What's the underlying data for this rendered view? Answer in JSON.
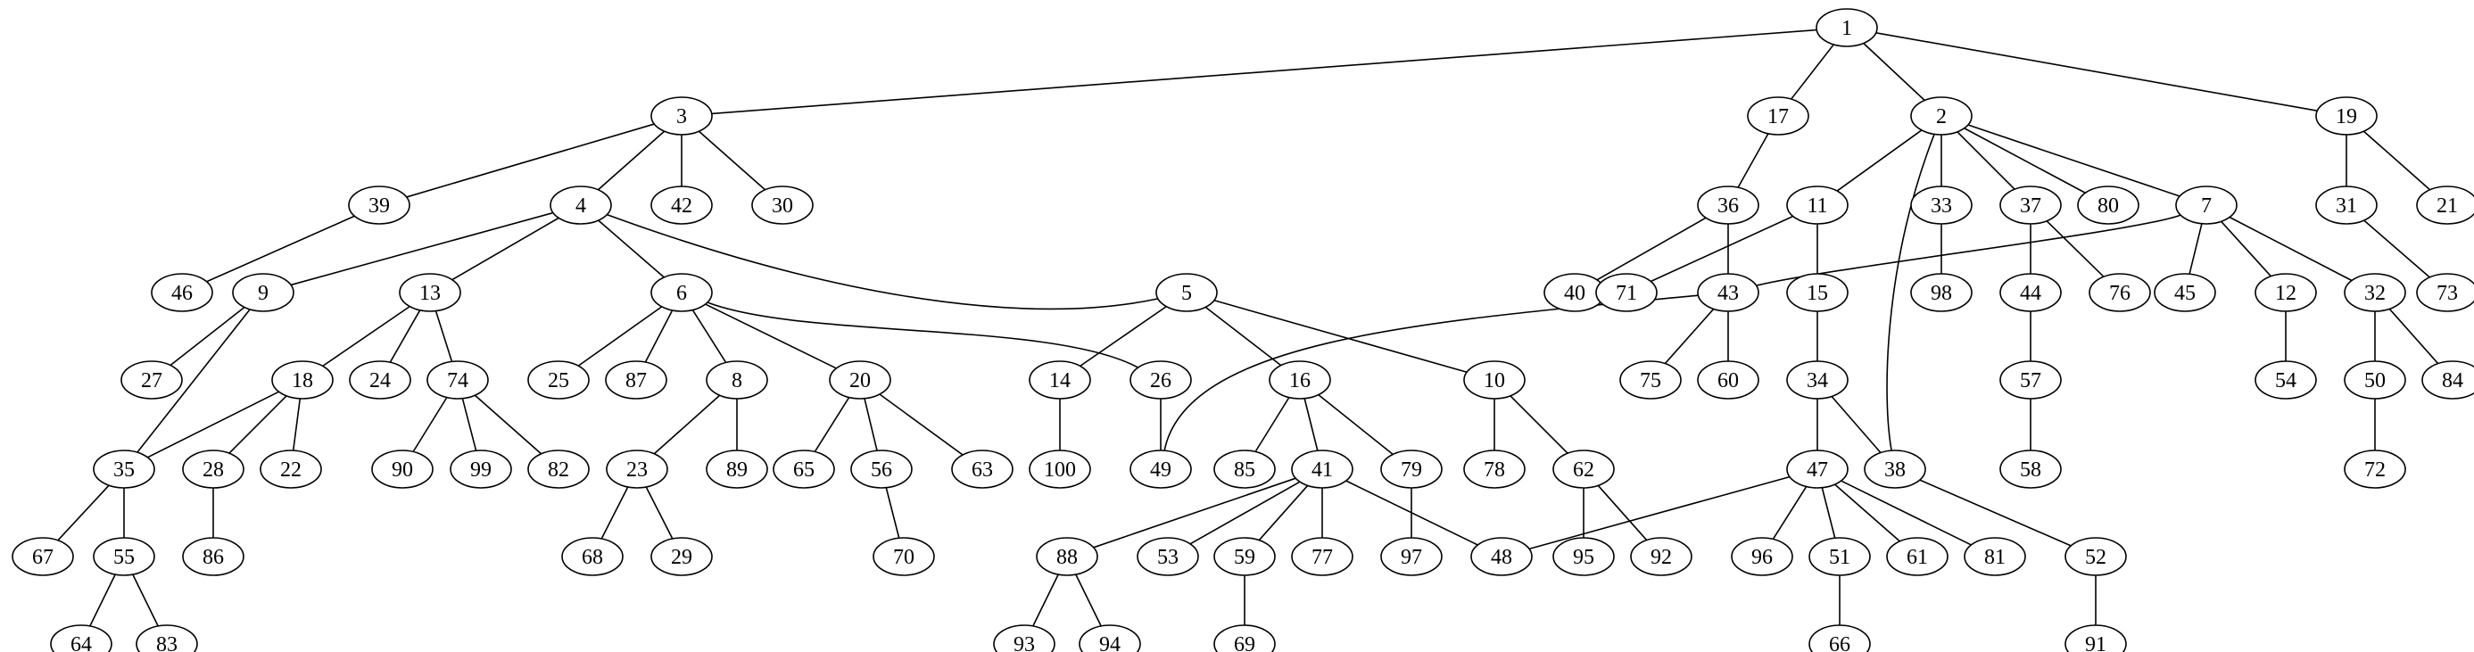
{
  "graph": {
    "nodes": [
      "1",
      "2",
      "3",
      "4",
      "5",
      "6",
      "7",
      "8",
      "9",
      "10",
      "11",
      "12",
      "13",
      "14",
      "15",
      "16",
      "17",
      "18",
      "19",
      "20",
      "21",
      "22",
      "23",
      "24",
      "25",
      "26",
      "27",
      "28",
      "29",
      "30",
      "31",
      "32",
      "33",
      "34",
      "35",
      "36",
      "37",
      "38",
      "39",
      "40",
      "41",
      "42",
      "43",
      "44",
      "45",
      "46",
      "47",
      "48",
      "49",
      "50",
      "51",
      "52",
      "53",
      "54",
      "55",
      "56",
      "57",
      "58",
      "59",
      "60",
      "61",
      "62",
      "63",
      "64",
      "65",
      "66",
      "67",
      "68",
      "69",
      "70",
      "71",
      "72",
      "73",
      "74",
      "75",
      "76",
      "77",
      "78",
      "79",
      "80",
      "81",
      "82",
      "83",
      "84",
      "85",
      "86",
      "87",
      "88",
      "89",
      "90",
      "91",
      "92",
      "93",
      "94",
      "95",
      "96",
      "97",
      "98",
      "99",
      "100"
    ],
    "edges": [
      [
        "1",
        "3"
      ],
      [
        "1",
        "17"
      ],
      [
        "1",
        "2"
      ],
      [
        "1",
        "19"
      ],
      [
        "3",
        "39"
      ],
      [
        "3",
        "4"
      ],
      [
        "3",
        "42"
      ],
      [
        "3",
        "30"
      ],
      [
        "17",
        "36"
      ],
      [
        "2",
        "11"
      ],
      [
        "2",
        "33"
      ],
      [
        "2",
        "37"
      ],
      [
        "2",
        "80"
      ],
      [
        "2",
        "7"
      ],
      [
        "2",
        "38"
      ],
      [
        "19",
        "31"
      ],
      [
        "19",
        "21"
      ],
      [
        "39",
        "46"
      ],
      [
        "4",
        "9"
      ],
      [
        "4",
        "13"
      ],
      [
        "4",
        "6"
      ],
      [
        "4",
        "5"
      ],
      [
        "36",
        "40"
      ],
      [
        "36",
        "43"
      ],
      [
        "11",
        "71"
      ],
      [
        "11",
        "15"
      ],
      [
        "33",
        "98"
      ],
      [
        "37",
        "44"
      ],
      [
        "37",
        "76"
      ],
      [
        "7",
        "43"
      ],
      [
        "7",
        "45"
      ],
      [
        "7",
        "12"
      ],
      [
        "7",
        "32"
      ],
      [
        "31",
        "73"
      ],
      [
        "9",
        "27"
      ],
      [
        "9",
        "35"
      ],
      [
        "13",
        "18"
      ],
      [
        "13",
        "24"
      ],
      [
        "13",
        "74"
      ],
      [
        "6",
        "25"
      ],
      [
        "6",
        "87"
      ],
      [
        "6",
        "8"
      ],
      [
        "6",
        "20"
      ],
      [
        "6",
        "26"
      ],
      [
        "5",
        "14"
      ],
      [
        "5",
        "16"
      ],
      [
        "5",
        "10"
      ],
      [
        "43",
        "49"
      ],
      [
        "43",
        "75"
      ],
      [
        "43",
        "60"
      ],
      [
        "15",
        "34"
      ],
      [
        "44",
        "57"
      ],
      [
        "12",
        "54"
      ],
      [
        "32",
        "50"
      ],
      [
        "32",
        "84"
      ],
      [
        "18",
        "35"
      ],
      [
        "18",
        "28"
      ],
      [
        "18",
        "22"
      ],
      [
        "74",
        "90"
      ],
      [
        "74",
        "99"
      ],
      [
        "74",
        "82"
      ],
      [
        "8",
        "23"
      ],
      [
        "8",
        "89"
      ],
      [
        "20",
        "65"
      ],
      [
        "20",
        "56"
      ],
      [
        "20",
        "63"
      ],
      [
        "14",
        "100"
      ],
      [
        "26",
        "49"
      ],
      [
        "16",
        "85"
      ],
      [
        "16",
        "41"
      ],
      [
        "16",
        "79"
      ],
      [
        "10",
        "78"
      ],
      [
        "10",
        "62"
      ],
      [
        "34",
        "47"
      ],
      [
        "34",
        "38"
      ],
      [
        "57",
        "58"
      ],
      [
        "50",
        "72"
      ],
      [
        "35",
        "67"
      ],
      [
        "35",
        "55"
      ],
      [
        "28",
        "86"
      ],
      [
        "23",
        "68"
      ],
      [
        "23",
        "29"
      ],
      [
        "56",
        "70"
      ],
      [
        "41",
        "88"
      ],
      [
        "41",
        "53"
      ],
      [
        "41",
        "59"
      ],
      [
        "41",
        "77"
      ],
      [
        "41",
        "48"
      ],
      [
        "79",
        "97"
      ],
      [
        "62",
        "95"
      ],
      [
        "62",
        "92"
      ],
      [
        "47",
        "48"
      ],
      [
        "47",
        "96"
      ],
      [
        "47",
        "51"
      ],
      [
        "47",
        "61"
      ],
      [
        "47",
        "81"
      ],
      [
        "38",
        "52"
      ],
      [
        "55",
        "64"
      ],
      [
        "55",
        "83"
      ],
      [
        "88",
        "93"
      ],
      [
        "88",
        "94"
      ],
      [
        "59",
        "69"
      ],
      [
        "51",
        "66"
      ],
      [
        "52",
        "91"
      ]
    ]
  }
}
